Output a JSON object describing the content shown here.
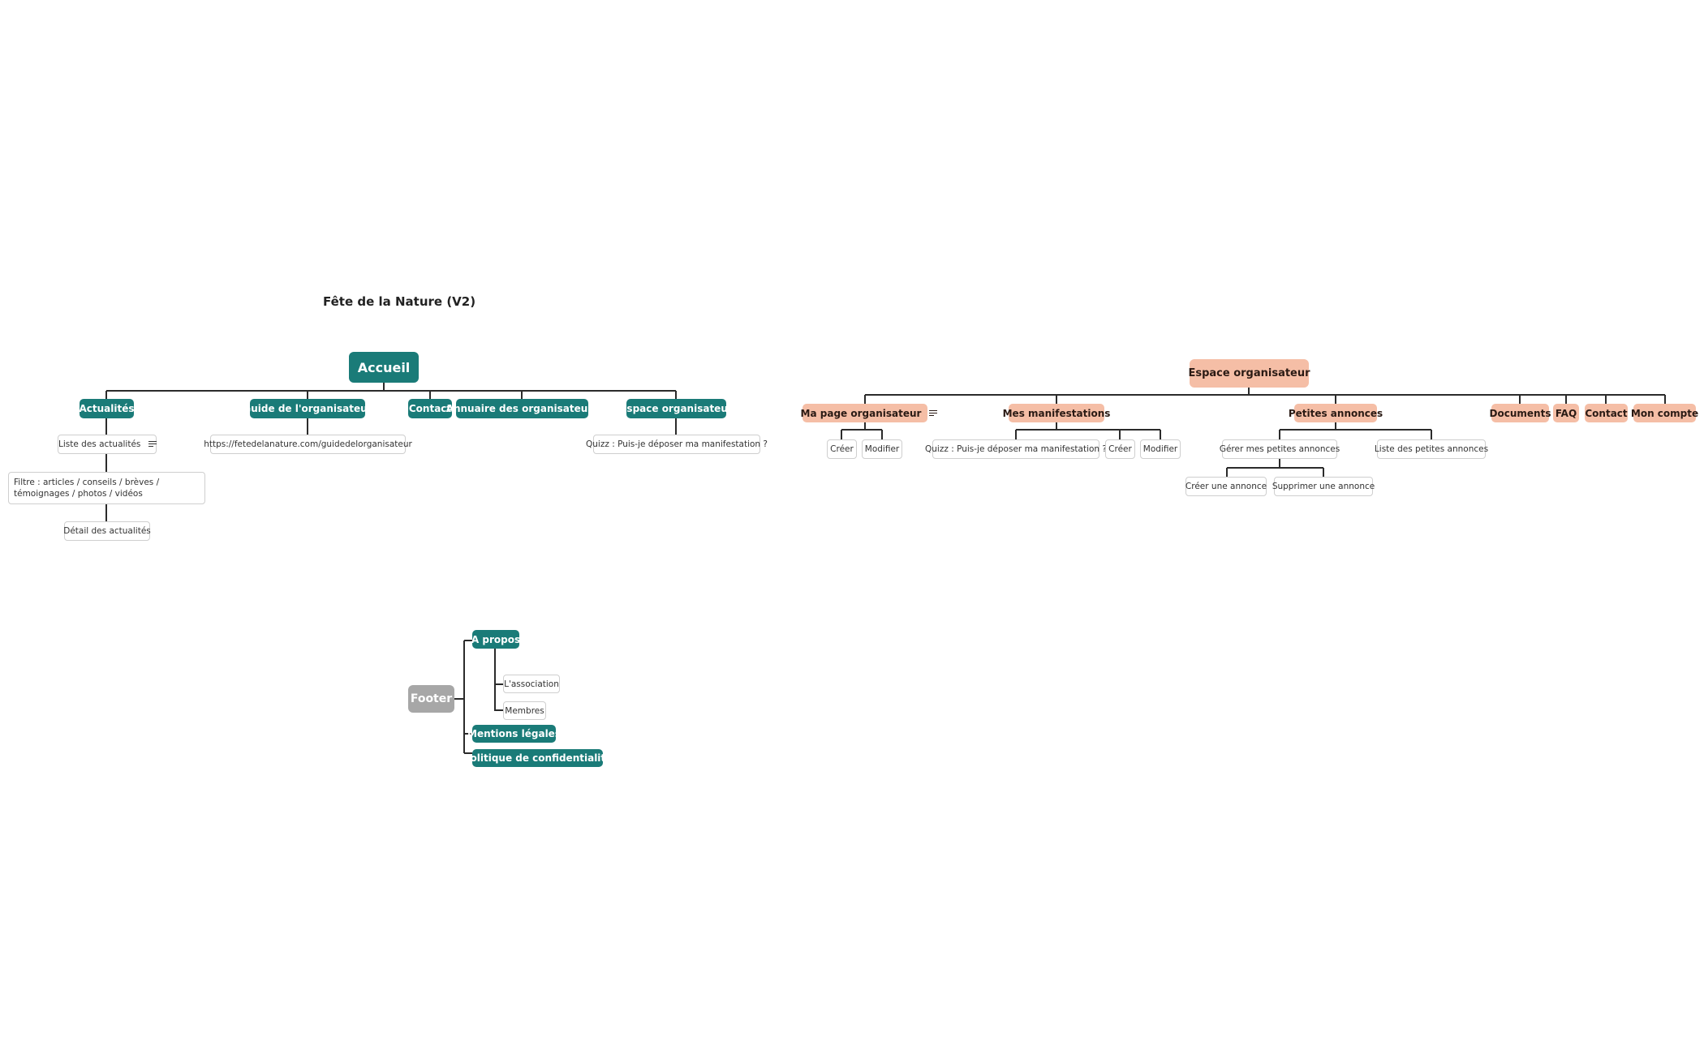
{
  "title": "Fête de la Nature (V2)",
  "main_tree": {
    "root": "Accueil",
    "branches": {
      "actualites": "Actualités",
      "guide": "Guide de l'organisateur",
      "contact": "Contact",
      "annuaire": "Annuaire des organisateurs",
      "espace": "Espace organisateur"
    },
    "leaves": {
      "liste_actualites": "Liste des actualités",
      "filtre": "Filtre : articles / conseils / brèves / témoignages / photos / vidéos",
      "detail_actualites": "Détail des actualités",
      "guide_url": "https://fetedelanature.com/guidedelorganisateur",
      "quizz": "Quizz : Puis-je déposer ma manifestation ?"
    }
  },
  "organizer_tree": {
    "root": "Espace organisateur",
    "branches": {
      "ma_page": "Ma page organisateur",
      "mes_manifestations": "Mes manifestations",
      "petites_annonces": "Petites annonces",
      "documents": "Documents",
      "faq": "FAQ",
      "contact": "Contact",
      "mon_compte": "Mon compte"
    },
    "leaves": {
      "ma_page_creer": "Créer",
      "ma_page_modifier": "Modifier",
      "manif_quizz": "Quizz : Puis-je déposer ma manifestation ?",
      "manif_creer": "Créer",
      "manif_modifier": "Modifier",
      "gerer_annonces": "Gérer mes petites annonces",
      "liste_annonces": "Liste des petites annonces",
      "creer_annonce": "Créer une annonce",
      "supprimer_annonce": "Supprimer une annonce"
    }
  },
  "footer_tree": {
    "root": "Footer",
    "branches": {
      "a_propos": "A propos",
      "mentions": "Mentions légales",
      "politique": "Politique de confidentialité"
    },
    "leaves": {
      "association": "L'association",
      "membres": "Membres"
    }
  },
  "colors": {
    "teal": "#1a7b78",
    "peach": "#f5bea6",
    "footer_grey": "#a7a7a7",
    "connector": "#2b2b2b"
  },
  "icons": {
    "note": "notes-icon"
  }
}
